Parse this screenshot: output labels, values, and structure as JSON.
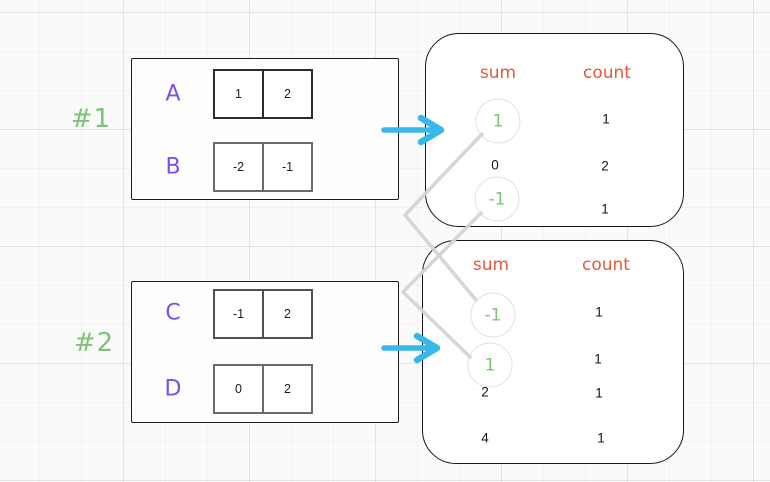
{
  "colors": {
    "green": "#7cc474",
    "purple": "#7a50e8",
    "orange": "#e5593a",
    "cyan": "#38b8e8",
    "connector_gray": "#d7d3d0",
    "box_border": "#1b1b1b"
  },
  "example1": {
    "label": "#1",
    "arrays": [
      {
        "name": "A",
        "cells": [
          "1",
          "2"
        ]
      },
      {
        "name": "B",
        "cells": [
          "-2",
          "-1"
        ]
      }
    ]
  },
  "example2": {
    "label": "#2",
    "arrays": [
      {
        "name": "C",
        "cells": [
          "-1",
          "2"
        ]
      },
      {
        "name": "D",
        "cells": [
          "0",
          "2"
        ]
      }
    ]
  },
  "result1": {
    "sum_header": "sum",
    "count_header": "count",
    "rows": [
      {
        "sum": "1",
        "count": "1",
        "circled": true
      },
      {
        "sum": "0",
        "count": "2",
        "circled": false
      },
      {
        "sum": "-1",
        "count": "1",
        "circled": true
      }
    ]
  },
  "result2": {
    "sum_header": "sum",
    "count_header": "count",
    "rows": [
      {
        "sum": "-1",
        "count": "1",
        "circled": true
      },
      {
        "sum": "1",
        "count": "1",
        "circled": true
      },
      {
        "sum": "2",
        "count": "1",
        "circled": false
      },
      {
        "sum": "4",
        "count": "1",
        "circled": false
      }
    ]
  }
}
